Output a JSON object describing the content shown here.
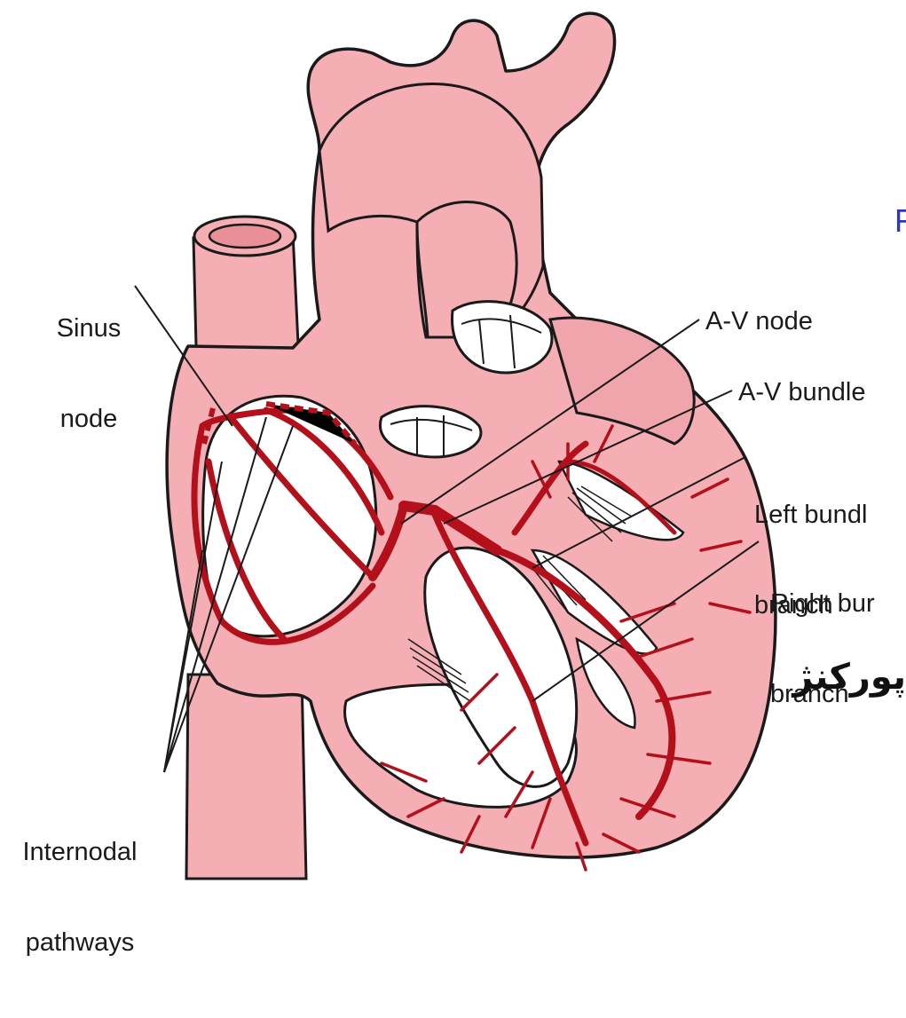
{
  "labels": {
    "sinus_node_line1": "Sinus",
    "sinus_node_line2": "node",
    "av_node": "A-V node",
    "av_bundle": "A-V bundle",
    "left_bundle_line1": "Left bundl",
    "left_bundle_line2": "branch",
    "right_bundle_line1": "Right bur",
    "right_bundle_line2": "branch",
    "internodal_line1": "Internodal",
    "internodal_line2": "pathways"
  },
  "overlay_text": {
    "arabic": "پورکنژ",
    "edge_fragment": "F"
  },
  "colors": {
    "tissue": "#f4aeb4",
    "tissue_dark": "#e98f98",
    "conduction": "#b3101c",
    "outline": "#1a1a1a",
    "cavity": "#ffffff"
  }
}
